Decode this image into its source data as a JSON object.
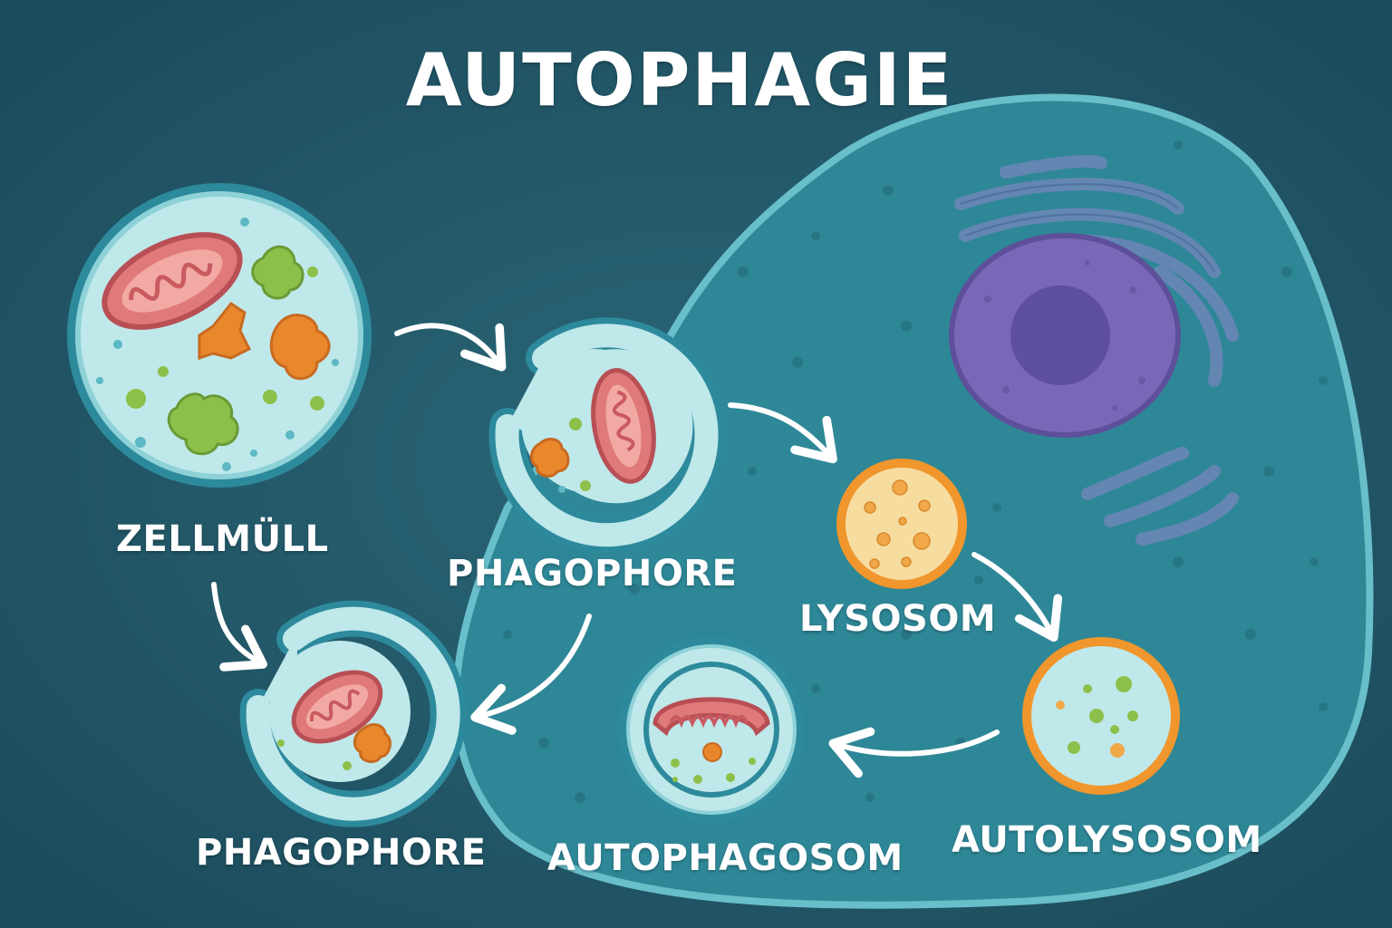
{
  "title": "AUTOPHAGIE",
  "labels": {
    "zellmuell": "ZELLMÜLL",
    "phagophore_top": "PHAGOPHORE",
    "lysosom": "LYSOSOM",
    "phagophore_bottom": "PHAGOPHORE",
    "autophagosom": "AUTOPHAGOSOM",
    "autolysosom": "AUTOLYSOSOM"
  },
  "colors": {
    "background": "#1f5566",
    "cell": "#2f8a9a",
    "vesicle_fill": "#bfe8ea",
    "mitochondrion": "#e07a7a",
    "lysosome_ring": "#f0962c",
    "lysosome_fill": "#f7dca0",
    "nucleus": "#7a67b8",
    "golgi": "#6e86b8",
    "arrow": "#ffffff"
  }
}
